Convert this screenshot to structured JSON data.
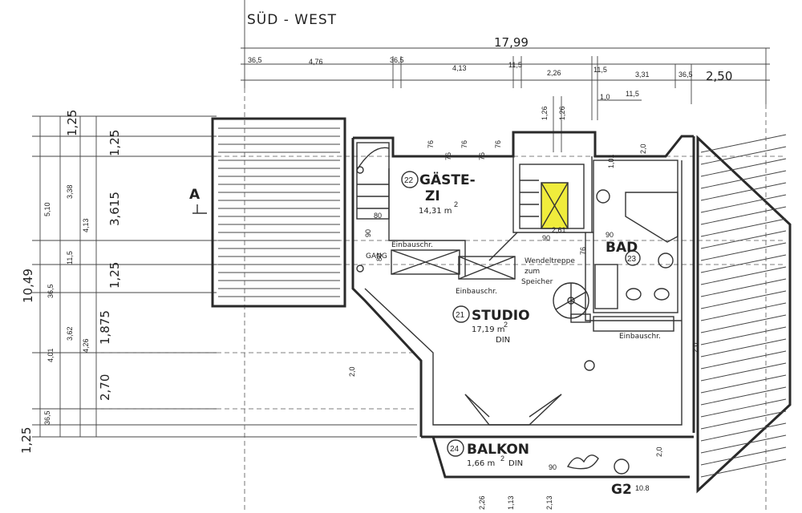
{
  "plan": {
    "orientation": "SÜD - WEST",
    "section_marker": "A",
    "rooms": {
      "gaeste": {
        "number": "22",
        "name_line1": "GÄSTE-",
        "name_line2": "ZI",
        "area": "14,31 m",
        "area_sup": "2"
      },
      "studio": {
        "number": "21",
        "name": "STUDIO",
        "area": "17,19 m",
        "area_sup": "2",
        "norm": "DIN"
      },
      "bad": {
        "number": "23",
        "name": "BAD"
      },
      "balkon": {
        "number": "24",
        "name": "BALKON",
        "area": "1,66 m",
        "area_sup": "2",
        "norm": "DIN"
      }
    },
    "labels": {
      "gang": "GANG",
      "einbauschr_1": "Einbauschr.",
      "einbauschr_2": "Einbauschr.",
      "einbauschr_3": "Einbauschr.",
      "wendeltreppe": "Wendeltreppe",
      "zum": "zum",
      "speicher": "Speicher",
      "level": "G2",
      "level_sup": "10.8"
    },
    "dimensions": {
      "top_total": "17,99",
      "top_right": "2,50",
      "top_segments": [
        "36,5",
        "4,76",
        "36,5",
        "4,13",
        "11,5",
        "2,26",
        "11,5",
        "3,31",
        "36,5"
      ],
      "top_small": [
        "1,0",
        "11,5",
        "1,26",
        "1,26"
      ],
      "left_total": "10,49",
      "left_bottom": "1,25",
      "left_major": [
        "1,25",
        "1,25",
        "3,615",
        "1,25",
        "1,875",
        "2,70"
      ],
      "left_minor": [
        "5,10",
        "4,13",
        "3,38",
        "11,5",
        "4,26",
        "3,62",
        "4,01",
        "36,5",
        "36,5"
      ],
      "interior": [
        "76",
        "76",
        "76",
        "76",
        "76",
        "76",
        "80",
        "90",
        "90",
        "80",
        "2,0",
        "2,0",
        "2,0",
        "2,0",
        "1,01",
        "90",
        "2,61"
      ],
      "bottom": [
        "2,26",
        "1,13",
        "2,13",
        "90"
      ]
    }
  }
}
